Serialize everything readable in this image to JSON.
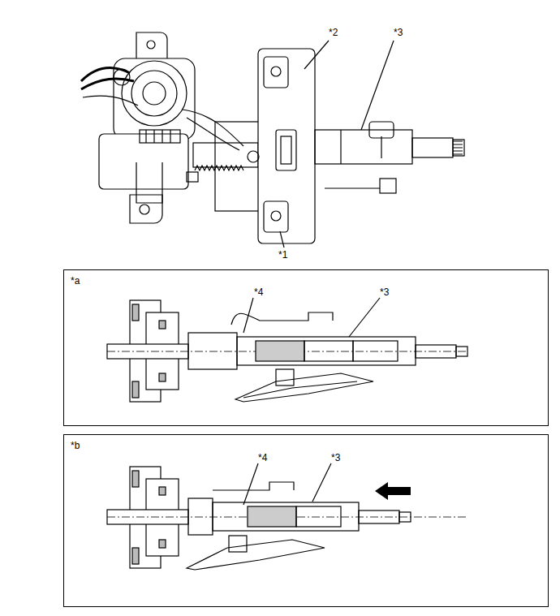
{
  "diagram": {
    "nodes": [
      {
        "text": [
          "*a"
        ]
      },
      {
        "text": [
          "*b"
        ]
      }
    ],
    "labels": [
      "*2",
      "*3",
      "*1",
      "*4",
      "*3",
      "*4",
      "*3"
    ]
  }
}
